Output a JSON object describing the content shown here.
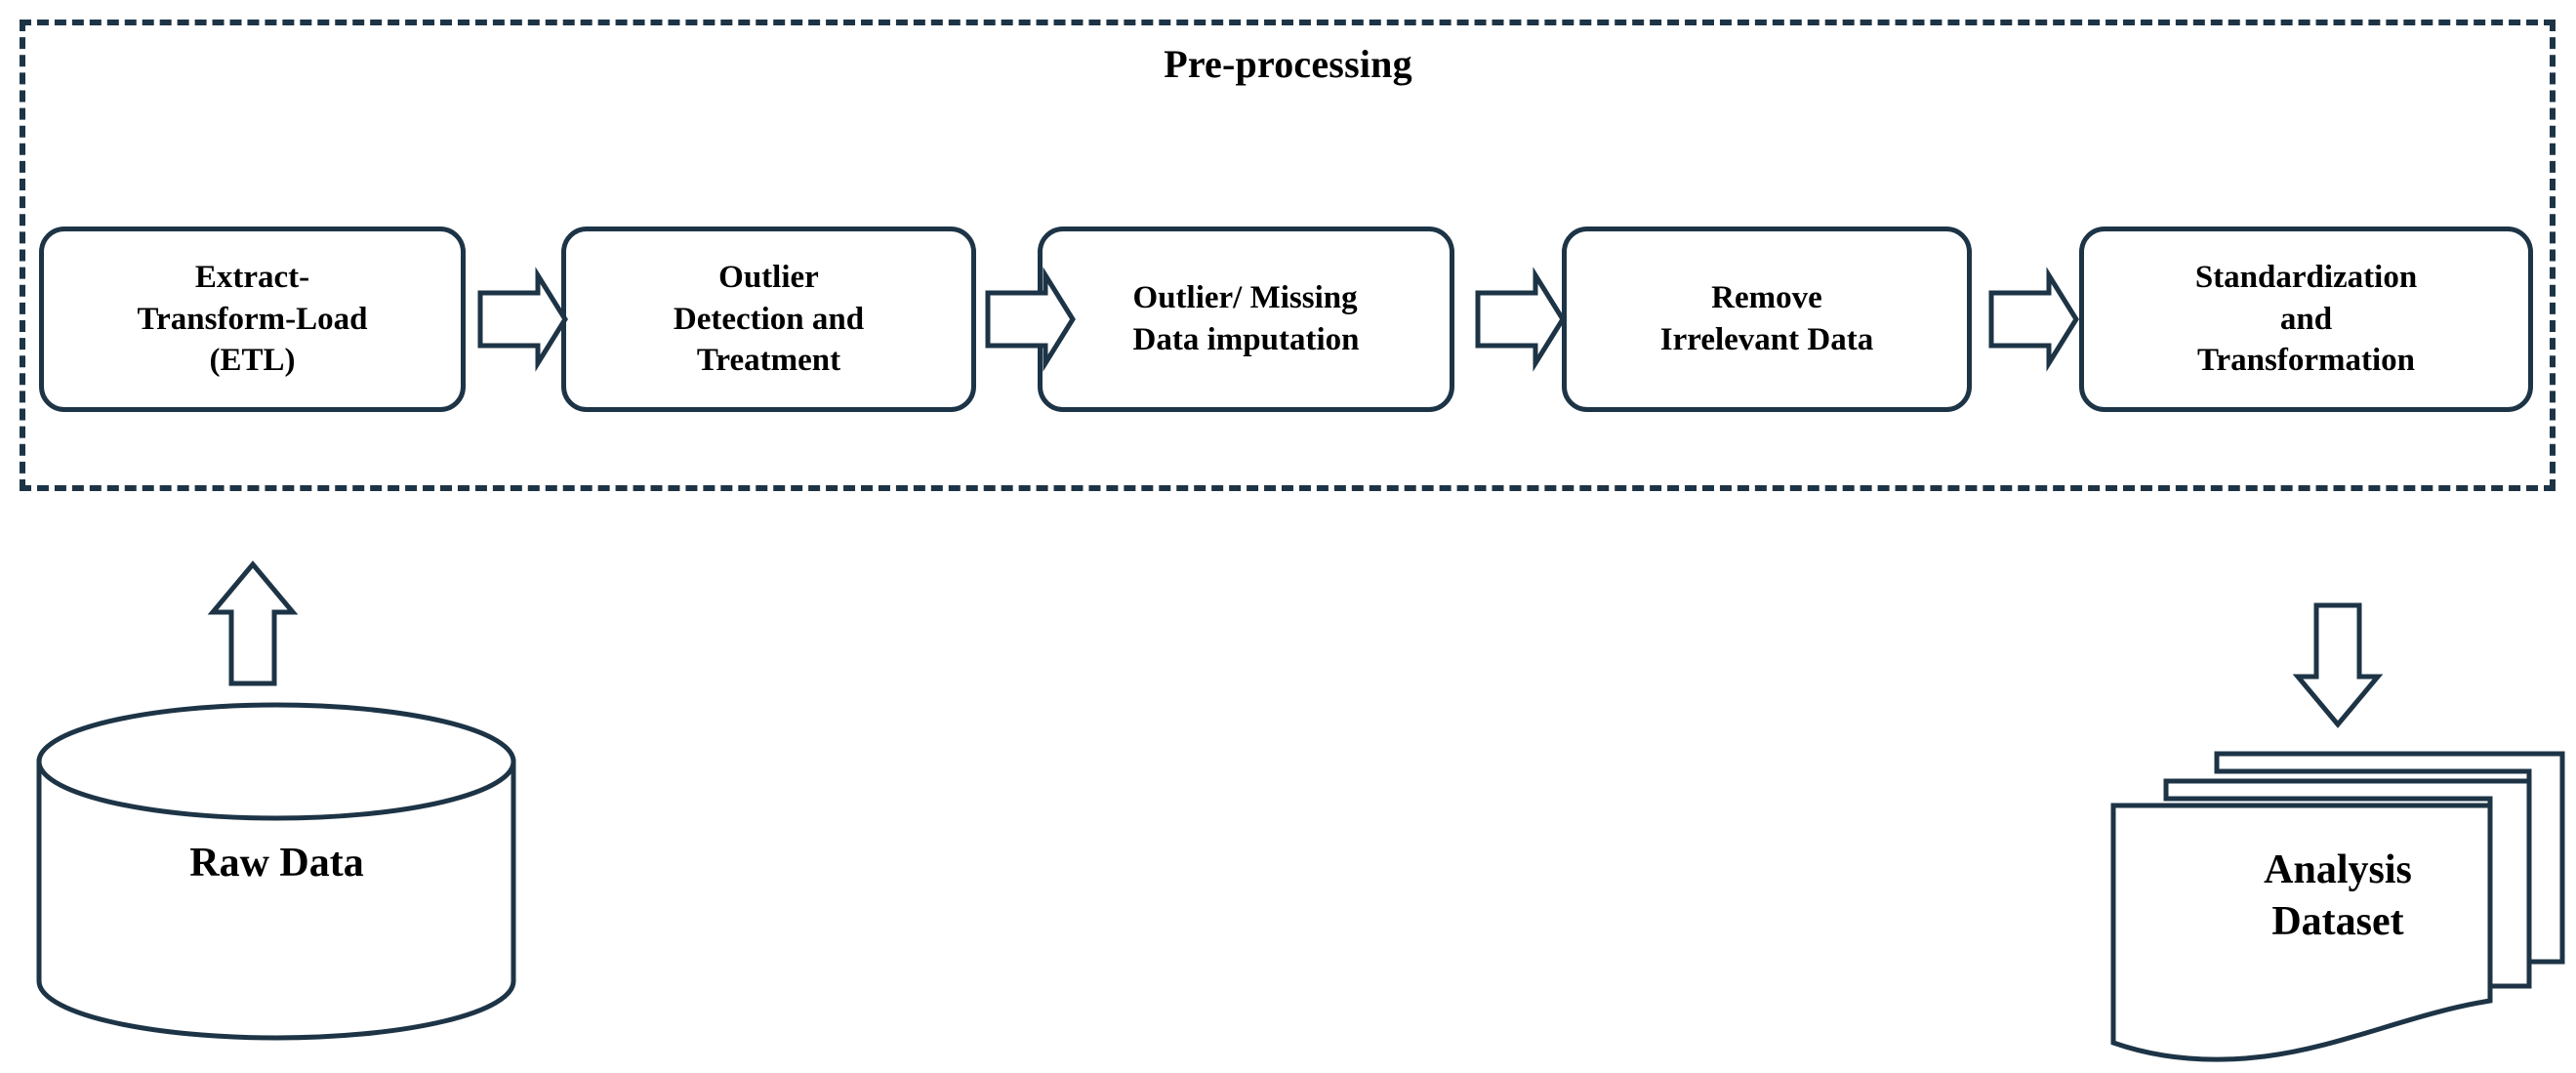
{
  "diagram": {
    "title": "Pre-processing",
    "colors": {
      "stroke": "#1d3446",
      "text": "#000000",
      "background": "#ffffff"
    },
    "pipeline_steps": [
      {
        "id": "etl",
        "label": "Extract-\nTransform-Load\n(ETL)"
      },
      {
        "id": "outlier",
        "label": "Outlier\nDetection and\nTreatment"
      },
      {
        "id": "imputation",
        "label": "Outlier/ Missing\nData imputation"
      },
      {
        "id": "remove",
        "label": "Remove\nIrrelevant Data"
      },
      {
        "id": "standardization",
        "label": "Standardization\nand\nTransformation"
      }
    ],
    "input": {
      "id": "raw-data",
      "label": "Raw Data",
      "shape": "cylinder"
    },
    "output": {
      "id": "analysis-dataset",
      "label": "Analysis\nDataset",
      "shape": "document-stack"
    },
    "connectors": [
      {
        "id": "arrow-etl-to-outlier",
        "direction": "right"
      },
      {
        "id": "arrow-outlier-to-imputation",
        "direction": "right"
      },
      {
        "id": "arrow-imputation-to-remove",
        "direction": "right"
      },
      {
        "id": "arrow-remove-to-standardization",
        "direction": "right"
      },
      {
        "id": "arrow-raw-data-to-preprocessing",
        "direction": "up"
      },
      {
        "id": "arrow-preprocessing-to-output",
        "direction": "down"
      }
    ]
  }
}
